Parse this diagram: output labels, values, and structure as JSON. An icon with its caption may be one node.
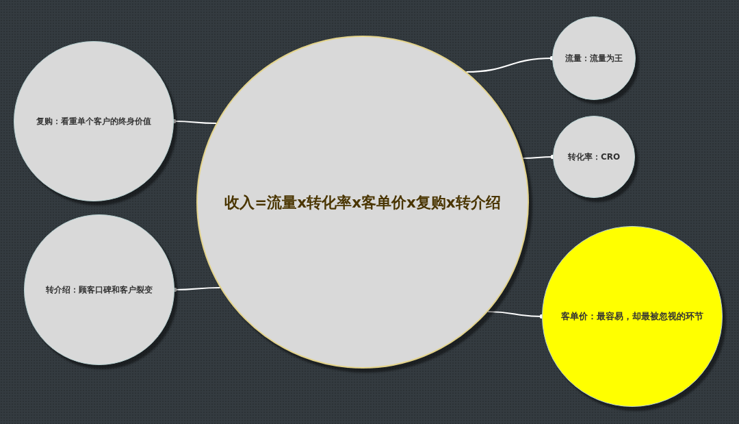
{
  "diagram": {
    "nodes": [
      {
        "text": [
          "收入=流量x转化率x客单价x复购x转介绍"
        ]
      },
      {
        "text": [
          "流量：流量为王"
        ]
      },
      {
        "text": [
          "转化率：CRO"
        ]
      },
      {
        "text": [
          "客单价：最容易，却最被忽视的环节"
        ]
      },
      {
        "text": [
          "复购：看重单个客户的终身价值"
        ]
      },
      {
        "text": [
          "转介绍：顾客口碑和客户裂变"
        ]
      }
    ],
    "edges": [
      {
        "from": 0,
        "to": 1,
        "arrow": "other"
      },
      {
        "from": 0,
        "to": 2,
        "arrow": "other"
      },
      {
        "from": 0,
        "to": 3,
        "arrow": "other"
      },
      {
        "from": 0,
        "to": 4,
        "arrow": "other"
      },
      {
        "from": 0,
        "to": 5,
        "arrow": "other"
      }
    ]
  }
}
